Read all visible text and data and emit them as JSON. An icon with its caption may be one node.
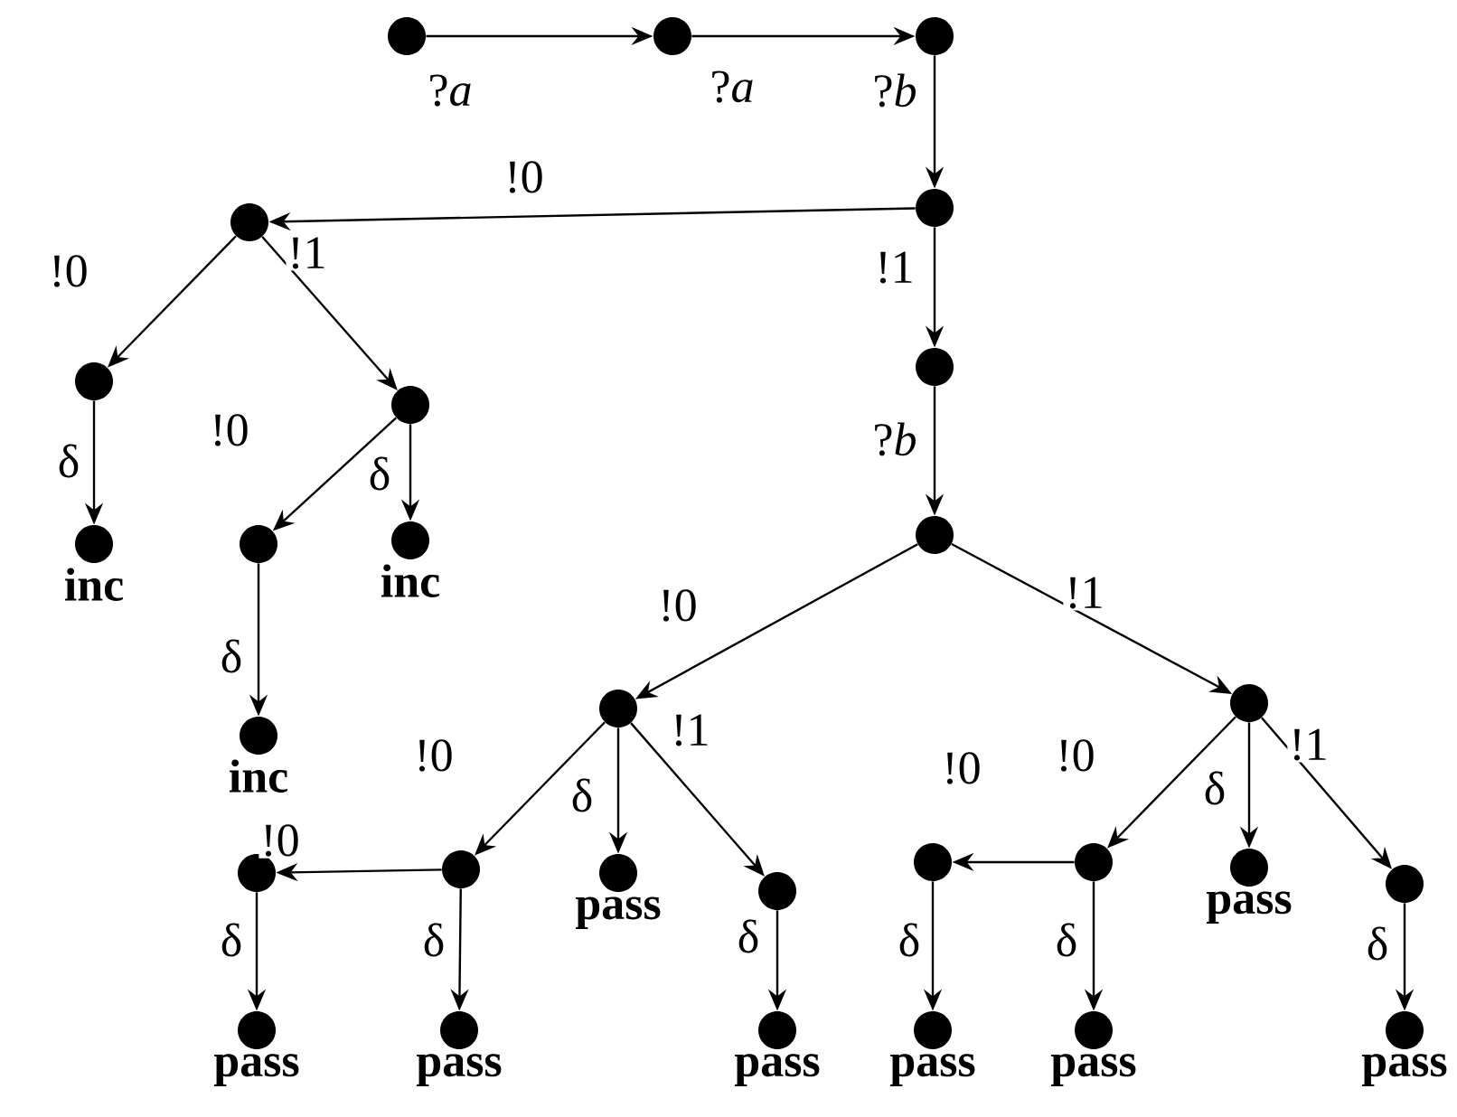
{
  "diagram": {
    "nodes": [
      {
        "text": [],
        "shape": "circle"
      },
      {
        "text": [],
        "shape": "circle"
      },
      {
        "text": [],
        "shape": "circle"
      },
      {
        "text": [],
        "shape": "circle"
      },
      {
        "text": [],
        "shape": "circle"
      },
      {
        "text": [],
        "shape": "circle"
      },
      {
        "text": [],
        "shape": "circle"
      },
      {
        "text": [],
        "shape": "circle"
      },
      {
        "text": [],
        "shape": "circle"
      },
      {
        "text": [],
        "shape": "circle",
        "beside": [
          "inc"
        ]
      },
      {
        "text": [],
        "shape": "circle",
        "beside": [
          "inc"
        ]
      },
      {
        "text": [],
        "shape": "circle"
      },
      {
        "text": [],
        "shape": "circle",
        "beside": [
          "inc"
        ]
      },
      {
        "text": [],
        "shape": "circle"
      },
      {
        "text": [],
        "shape": "circle"
      },
      {
        "text": [],
        "shape": "circle"
      },
      {
        "text": [],
        "shape": "circle"
      },
      {
        "text": [],
        "shape": "circle",
        "beside": [
          "pass"
        ]
      },
      {
        "text": [],
        "shape": "circle"
      },
      {
        "text": [],
        "shape": "circle"
      },
      {
        "text": [],
        "shape": "circle"
      },
      {
        "text": [],
        "shape": "circle",
        "beside": [
          "pass"
        ]
      },
      {
        "text": [],
        "shape": "circle"
      },
      {
        "text": [],
        "shape": "circle",
        "beside": [
          "pass"
        ]
      },
      {
        "text": [],
        "shape": "circle",
        "beside": [
          "pass"
        ]
      },
      {
        "text": [],
        "shape": "circle",
        "beside": [
          "pass"
        ]
      },
      {
        "text": [],
        "shape": "circle",
        "beside": [
          "pass"
        ]
      },
      {
        "text": [],
        "shape": "circle",
        "beside": [
          "pass"
        ]
      },
      {
        "text": [],
        "shape": "circle",
        "beside": [
          "pass"
        ]
      }
    ],
    "edges": [
      {
        "from": 0,
        "to": 1,
        "arrow": "to",
        "label": "?*a*"
      },
      {
        "from": 1,
        "to": 2,
        "arrow": "to",
        "label": "?*a*"
      },
      {
        "from": 2,
        "to": 3,
        "arrow": "to",
        "label": "?*b*"
      },
      {
        "from": 3,
        "to": 4,
        "arrow": "to",
        "label": "!0"
      },
      {
        "from": 3,
        "to": 5,
        "arrow": "to",
        "label": "!1"
      },
      {
        "from": 4,
        "to": 6,
        "arrow": "to",
        "label": "!0"
      },
      {
        "from": 4,
        "to": 7,
        "arrow": "to",
        "label": "!1"
      },
      {
        "from": 5,
        "to": 8,
        "arrow": "to",
        "label": "?*b*"
      },
      {
        "from": 6,
        "to": 9,
        "arrow": "to",
        "label": "δ"
      },
      {
        "from": 7,
        "to": 11,
        "arrow": "to",
        "label": "!0"
      },
      {
        "from": 7,
        "to": 10,
        "arrow": "to",
        "label": "δ"
      },
      {
        "from": 8,
        "to": 13,
        "arrow": "to",
        "label": "!0"
      },
      {
        "from": 8,
        "to": 14,
        "arrow": "to",
        "label": "!1"
      },
      {
        "from": 11,
        "to": 12,
        "arrow": "to",
        "label": "δ"
      },
      {
        "from": 13,
        "to": 16,
        "arrow": "to",
        "label": "!0"
      },
      {
        "from": 13,
        "to": 17,
        "arrow": "to",
        "label": "δ"
      },
      {
        "from": 13,
        "to": 18,
        "arrow": "to",
        "label": "!1"
      },
      {
        "from": 14,
        "to": 20,
        "arrow": "to",
        "label": "!0"
      },
      {
        "from": 14,
        "to": 21,
        "arrow": "to",
        "label": "δ"
      },
      {
        "from": 14,
        "to": 22,
        "arrow": "to",
        "label": "!1"
      },
      {
        "from": 16,
        "to": 15,
        "arrow": "to",
        "label": "!0"
      },
      {
        "from": 20,
        "to": 19,
        "arrow": "to",
        "label": "!0"
      },
      {
        "from": 15,
        "to": 23,
        "arrow": "to",
        "label": "δ"
      },
      {
        "from": 16,
        "to": 24,
        "arrow": "to",
        "label": "δ"
      },
      {
        "from": 18,
        "to": 25,
        "arrow": "to",
        "label": "δ"
      },
      {
        "from": 19,
        "to": 26,
        "arrow": "to",
        "label": "δ"
      },
      {
        "from": 20,
        "to": 27,
        "arrow": "to",
        "label": "δ"
      },
      {
        "from": 22,
        "to": 28,
        "arrow": "to",
        "label": "δ"
      }
    ]
  }
}
